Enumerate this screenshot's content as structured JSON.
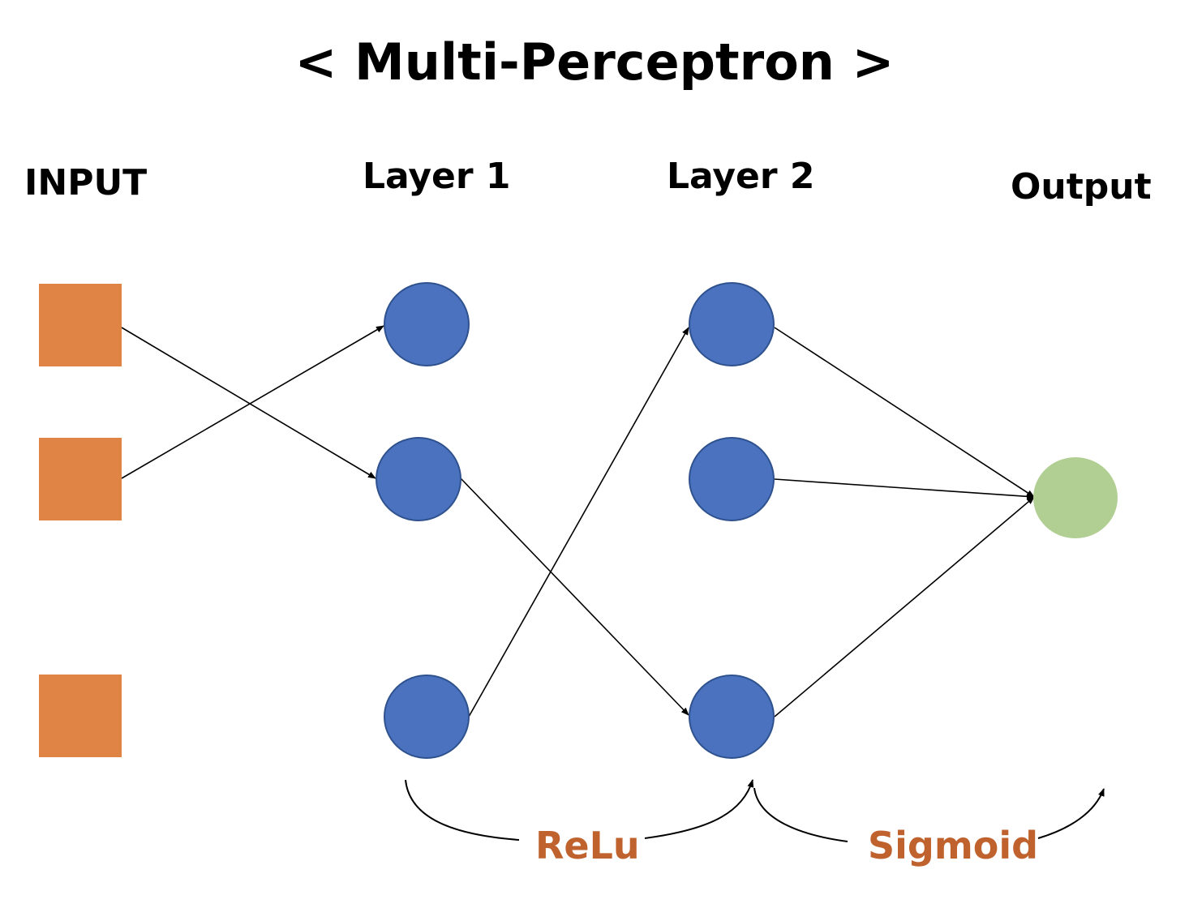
{
  "title": "< Multi-Perceptron >",
  "columns": {
    "input": "INPUT",
    "layer1": "Layer 1",
    "layer2": "Layer 2",
    "output": "Output"
  },
  "activations": {
    "first": "ReLu",
    "second": "Sigmoid"
  },
  "colors": {
    "input_node": "#E08446",
    "hidden_node": "#4A72BE",
    "hidden_node_stroke": "#2F528F",
    "output_node": "#B1CF92",
    "activation_text": "#C0622D",
    "edge": "#000000"
  },
  "layers": {
    "input_count": 3,
    "layer1_count": 3,
    "layer2_count": 3,
    "output_count": 1
  }
}
